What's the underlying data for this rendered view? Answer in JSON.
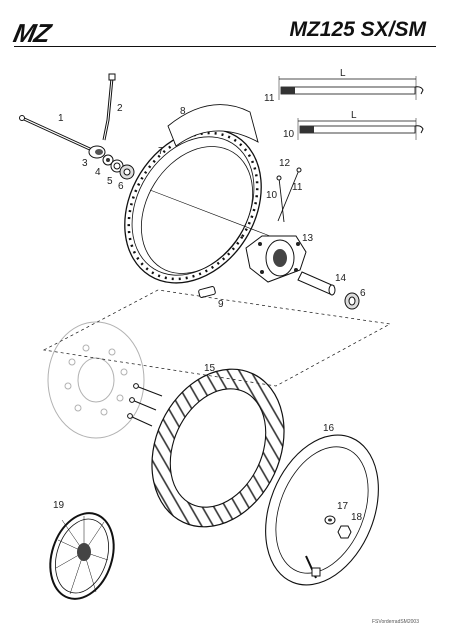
{
  "header": {
    "brand": "MZ",
    "model": "MZ125 SX/SM"
  },
  "callouts": {
    "c1": "1",
    "c2": "2",
    "c3": "3",
    "c4": "4",
    "c5": "5",
    "c6a": "6",
    "c6b": "6",
    "c7": "7",
    "c8": "8",
    "c9": "9",
    "c10a": "10",
    "c10b": "10",
    "c11a": "11",
    "c11b": "11",
    "c12": "12",
    "c13": "13",
    "c14": "14",
    "c15": "15",
    "c16": "16",
    "c17": "17",
    "c18": "18",
    "c19": "19"
  },
  "dimensions": {
    "spoke_long": "L",
    "spoke_short": "L"
  },
  "footer": {
    "ref": "FSVorderradSM2003"
  }
}
